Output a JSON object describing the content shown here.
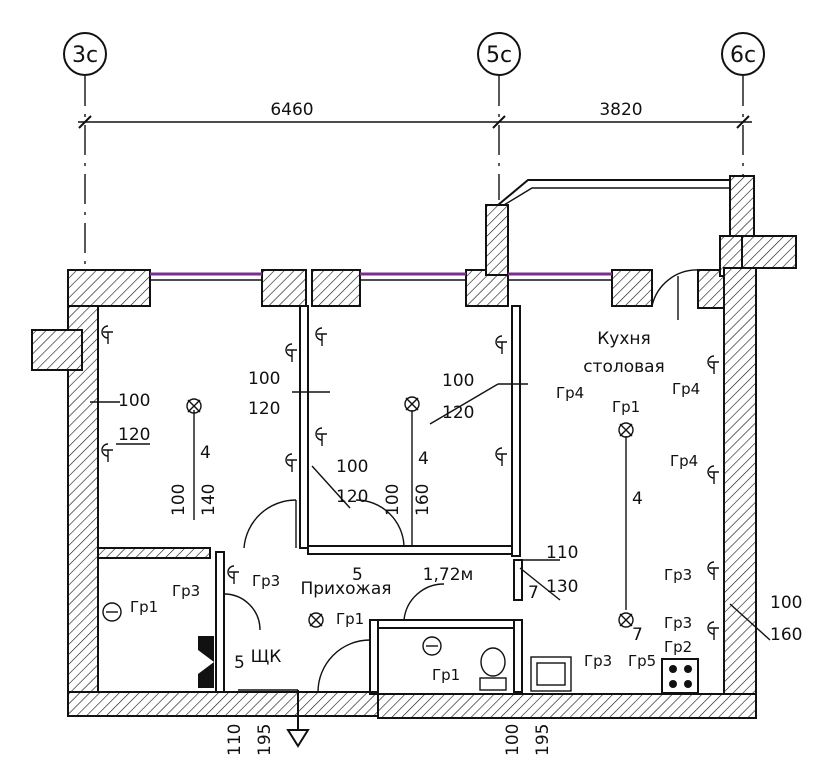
{
  "axes": {
    "left": "3c",
    "middle": "5c",
    "right": "6c"
  },
  "dimensions": {
    "span1": "6460",
    "span2": "3820"
  },
  "rooms": {
    "kitchen_line1": "Кухня",
    "kitchen_line2": "столовая",
    "hall": "Прихожая",
    "hall_height": "1,72м",
    "panel": "ЩК"
  },
  "groups": {
    "gr1": "Гр1",
    "gr2": "Гр2",
    "gr3": "Гр3",
    "gr4": "Гр4",
    "gr5": "Гр5"
  },
  "numbers": {
    "n4": "4",
    "n5": "5",
    "n7": "7",
    "n100": "100",
    "n110": "110",
    "n120": "120",
    "n130": "130",
    "n140": "140",
    "n160": "160",
    "n195": "195"
  }
}
